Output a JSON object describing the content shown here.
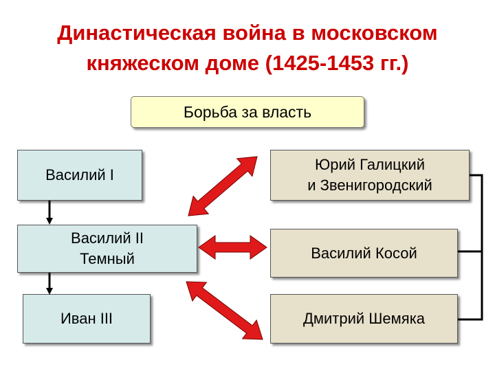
{
  "title": {
    "line1": "Династическая война в московском",
    "line2": "княжеском доме (1425-1453 гг.)"
  },
  "center_label": "Борьба за власть",
  "left_column": {
    "vasily1": "Василий I",
    "vasily2_line1": "Василий II",
    "vasily2_line2": "Темный",
    "ivan3": "Иван III"
  },
  "right_column": {
    "yuri_line1": "Юрий Галицкий",
    "yuri_line2": "и Звенигородский",
    "vasily_kosoy": "Василий Косой",
    "dmitry_shemyaka": "Дмитрий Шемяка"
  },
  "colors": {
    "title": "#cc0000",
    "arrow": "#e01a1a",
    "left_box": "#d6eaea",
    "right_box": "#e7e0cb",
    "center_box": "#ffffcc"
  }
}
